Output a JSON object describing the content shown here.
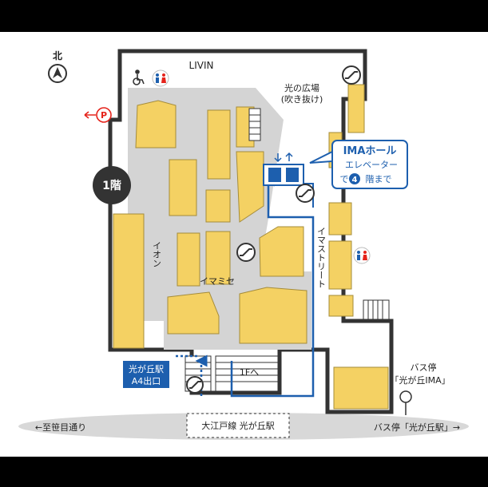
{
  "map": {
    "north_label": "北",
    "parking_label": "P",
    "floor_label": "1階",
    "livin_label": "LIVIN",
    "plaza_line1": "光の広場",
    "plaza_line2": "(吹き抜け)",
    "aeon_label": "イオン",
    "imamise_label": "イマミセ",
    "ima_street_label": "イマストリート",
    "ima_hall": {
      "title": "IMAホール",
      "line2": "エレベーター",
      "line3_prefix": "で",
      "line3_number": "4",
      "line3_suffix": "階まで"
    },
    "station_exit_line1": "光が丘駅",
    "station_exit_line2": "A4出口",
    "to_1f_label": "1Fへ",
    "bus_stop_line1": "バス停",
    "bus_stop_line2": "「光が丘IMA」",
    "road_left": "←至笹目通り",
    "road_right": "バス停「光が丘駅」→",
    "subway_label": "大江戸線 光が丘駅",
    "colors": {
      "shop": "#f4d163",
      "corridor": "#d4d4d4",
      "route": "#1d5fae",
      "parking": "#e5231b",
      "floor_badge": "#333333",
      "road": "#d8d8d8"
    },
    "icons": [
      "north-arrow-icon",
      "parking-icon",
      "wheelchair-icon",
      "restroom-icon",
      "escalator-icon",
      "elevator-icon"
    ]
  }
}
